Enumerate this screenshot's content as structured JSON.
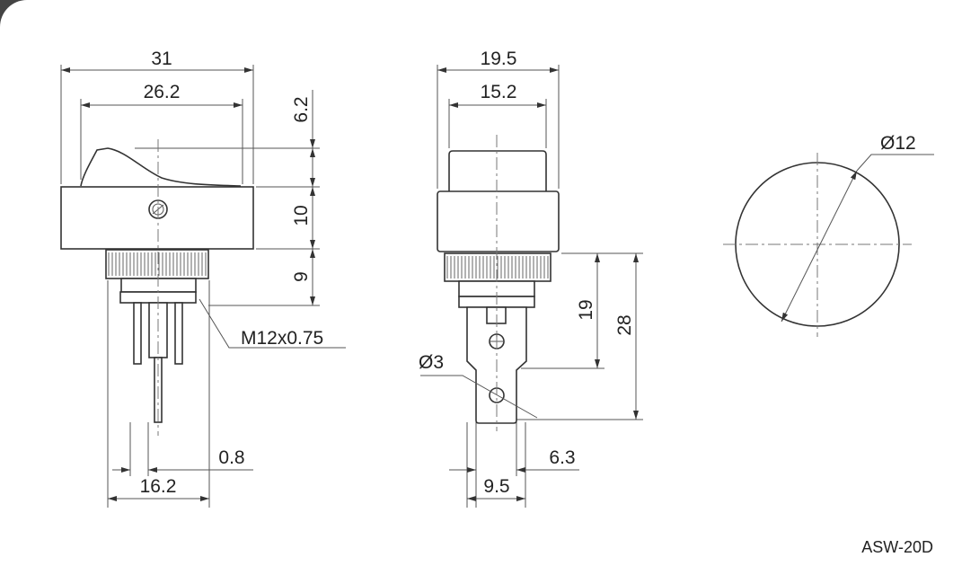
{
  "drawing": {
    "model": "ASW-20D",
    "side_view": {
      "overall_width": "31",
      "rocker_width": "26.2",
      "rocker_height": "6.2",
      "body_height": "10",
      "ring_height": "9",
      "thread": "M12x0.75",
      "terminal_span": "16.2",
      "terminal_thickness": "0.8"
    },
    "front_view": {
      "overall_width": "19.5",
      "cap_width": "15.2",
      "terminal_length": "19",
      "overall_terminal_length": "28",
      "hole_diameter": "Ø3",
      "terminal_span": "9.5",
      "terminal_width": "6.3"
    },
    "panel_cutout": {
      "diameter": "Ø12"
    }
  }
}
